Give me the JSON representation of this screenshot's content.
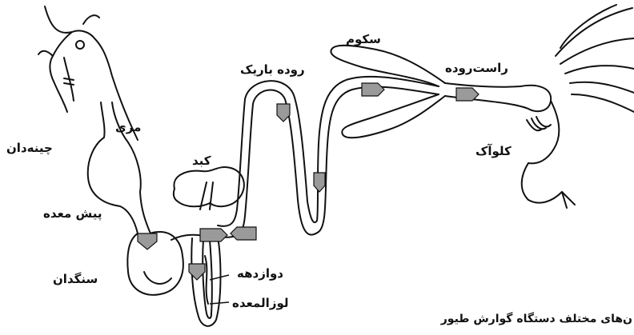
{
  "labels": {
    "crop": "چینه‌دان",
    "esophagus": "مری",
    "proventriculus": "پیش معده",
    "gizzard": "سنگدان",
    "liver": "کبد",
    "duodenum": "دوازدهه",
    "pancreas": "لوزالمعده",
    "small_intestine": "روده باریک",
    "cecum": "سکوم",
    "rectum": "راست‌روده",
    "cloaca": "کلوآک"
  },
  "caption": "ن‌های مختلف دستگاه گوارش طیور",
  "colors": {
    "ink": "#111111",
    "arrow_fill": "#9a9a9a"
  }
}
